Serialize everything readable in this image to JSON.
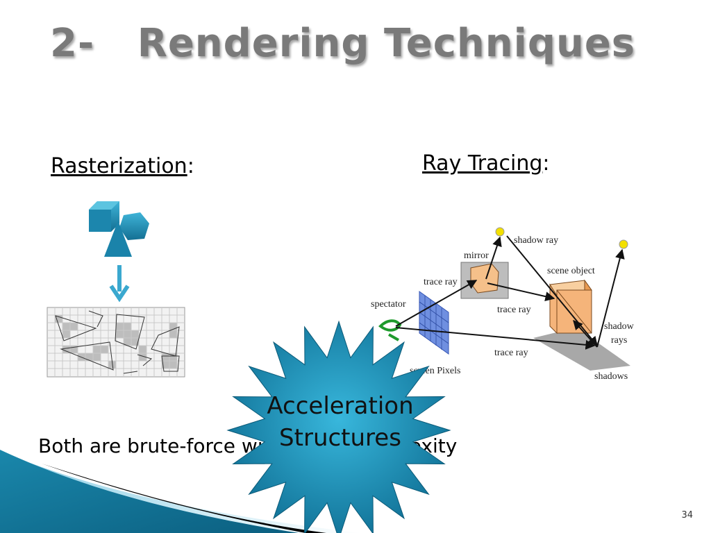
{
  "slide": {
    "title": "2-   Rendering Techniques",
    "rasterization_heading": "Rasterization",
    "ray_tracing_heading": "Ray Tracing",
    "heading_suffix": ":",
    "bottom_text": "Both are brute-force with linear complexity",
    "starburst_line1": "Acceleration",
    "starburst_line2": "Structures",
    "page_number": "34"
  },
  "ray_diagram": {
    "labels": {
      "shadow_ray": "shadow ray",
      "mirror": "mirror",
      "scene_object": "scene object",
      "trace_ray_1": "trace ray",
      "trace_ray_2": "trace ray",
      "trace_ray_3": "trace ray",
      "spectator": "spectator",
      "shadow_rays_1": "shadow",
      "shadow_rays_2": "rays",
      "screen_pixels": "screen Pixels",
      "shadows": "shadows"
    }
  },
  "colors": {
    "title": "#7a7a7a",
    "accent_teal": "#1f8fb0",
    "star_fill": "#2aa7c9",
    "cube_orange": "#f5b47a",
    "light_yellow": "#f3e000"
  }
}
